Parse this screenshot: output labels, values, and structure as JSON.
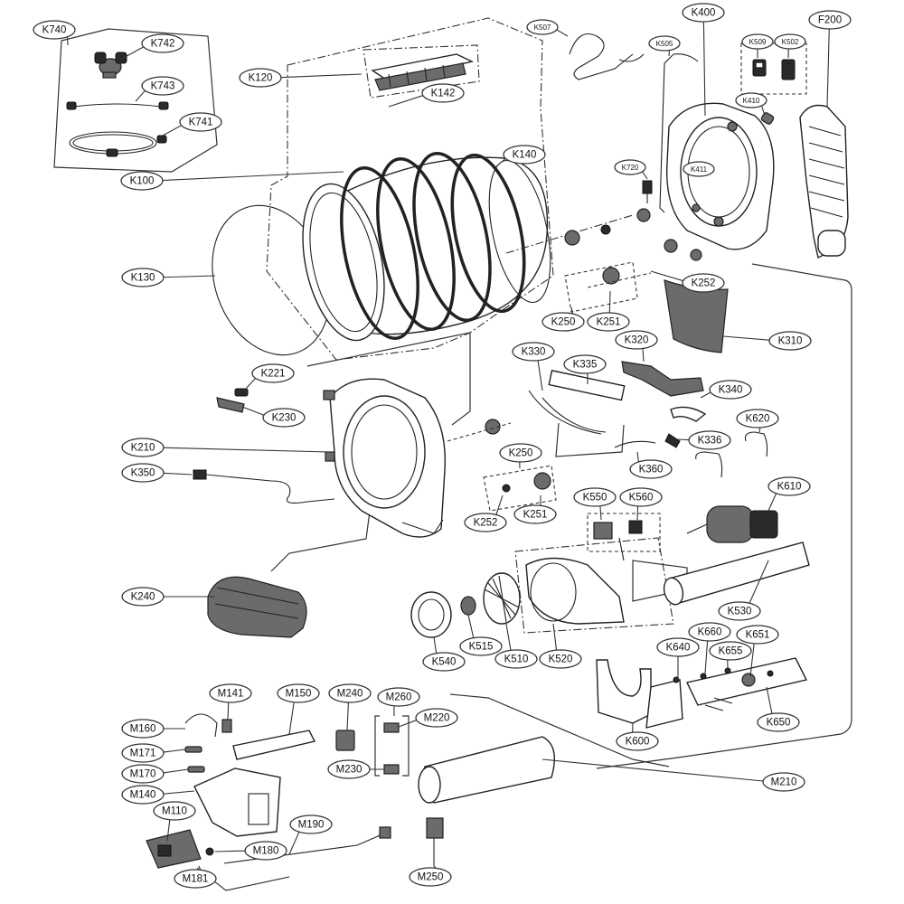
{
  "diagram": {
    "labels": [
      {
        "id": "K740",
        "text": "K740"
      },
      {
        "id": "K742",
        "text": "K742"
      },
      {
        "id": "K743",
        "text": "K743"
      },
      {
        "id": "K741",
        "text": "K741"
      },
      {
        "id": "K120",
        "text": "K120"
      },
      {
        "id": "K142",
        "text": "K142"
      },
      {
        "id": "K100",
        "text": "K100"
      },
      {
        "id": "K140",
        "text": "K140"
      },
      {
        "id": "K130",
        "text": "K130"
      },
      {
        "id": "K507",
        "text": "K507"
      },
      {
        "id": "K505",
        "text": "K505"
      },
      {
        "id": "K400",
        "text": "K400"
      },
      {
        "id": "K509",
        "text": "K509"
      },
      {
        "id": "K502",
        "text": "K502"
      },
      {
        "id": "K410",
        "text": "K410"
      },
      {
        "id": "K411",
        "text": "K411"
      },
      {
        "id": "F200",
        "text": "F200"
      },
      {
        "id": "K720",
        "text": "K720"
      },
      {
        "id": "K252a",
        "text": "K252"
      },
      {
        "id": "K250a",
        "text": "K250"
      },
      {
        "id": "K251a",
        "text": "K251"
      },
      {
        "id": "K310",
        "text": "K310"
      },
      {
        "id": "K330",
        "text": "K330"
      },
      {
        "id": "K320",
        "text": "K320"
      },
      {
        "id": "K335",
        "text": "K335"
      },
      {
        "id": "K340",
        "text": "K340"
      },
      {
        "id": "K221",
        "text": "K221"
      },
      {
        "id": "K230",
        "text": "K230"
      },
      {
        "id": "K210",
        "text": "K210"
      },
      {
        "id": "K620",
        "text": "K620"
      },
      {
        "id": "K336",
        "text": "K336"
      },
      {
        "id": "K250b",
        "text": "K250"
      },
      {
        "id": "K360",
        "text": "K360"
      },
      {
        "id": "K350",
        "text": "K350"
      },
      {
        "id": "K610",
        "text": "K610"
      },
      {
        "id": "K550",
        "text": "K550"
      },
      {
        "id": "K560",
        "text": "K560"
      },
      {
        "id": "K252b",
        "text": "K252"
      },
      {
        "id": "K251b",
        "text": "K251"
      },
      {
        "id": "K240",
        "text": "K240"
      },
      {
        "id": "K530",
        "text": "K530"
      },
      {
        "id": "K660",
        "text": "K660"
      },
      {
        "id": "K640",
        "text": "K640"
      },
      {
        "id": "K651",
        "text": "K651"
      },
      {
        "id": "K655",
        "text": "K655"
      },
      {
        "id": "K515",
        "text": "K515"
      },
      {
        "id": "K540",
        "text": "K540"
      },
      {
        "id": "K510",
        "text": "K510"
      },
      {
        "id": "K520",
        "text": "K520"
      },
      {
        "id": "K650",
        "text": "K650"
      },
      {
        "id": "K600",
        "text": "K600"
      },
      {
        "id": "M141",
        "text": "M141"
      },
      {
        "id": "M150",
        "text": "M150"
      },
      {
        "id": "M240",
        "text": "M240"
      },
      {
        "id": "M260",
        "text": "M260"
      },
      {
        "id": "M220",
        "text": "M220"
      },
      {
        "id": "M160",
        "text": "M160"
      },
      {
        "id": "M171",
        "text": "M171"
      },
      {
        "id": "M230",
        "text": "M230"
      },
      {
        "id": "M170",
        "text": "M170"
      },
      {
        "id": "M210",
        "text": "M210"
      },
      {
        "id": "M140",
        "text": "M140"
      },
      {
        "id": "M110",
        "text": "M110"
      },
      {
        "id": "M190",
        "text": "M190"
      },
      {
        "id": "M180",
        "text": "M180"
      },
      {
        "id": "M181",
        "text": "M181"
      },
      {
        "id": "M250",
        "text": "M250"
      }
    ]
  }
}
